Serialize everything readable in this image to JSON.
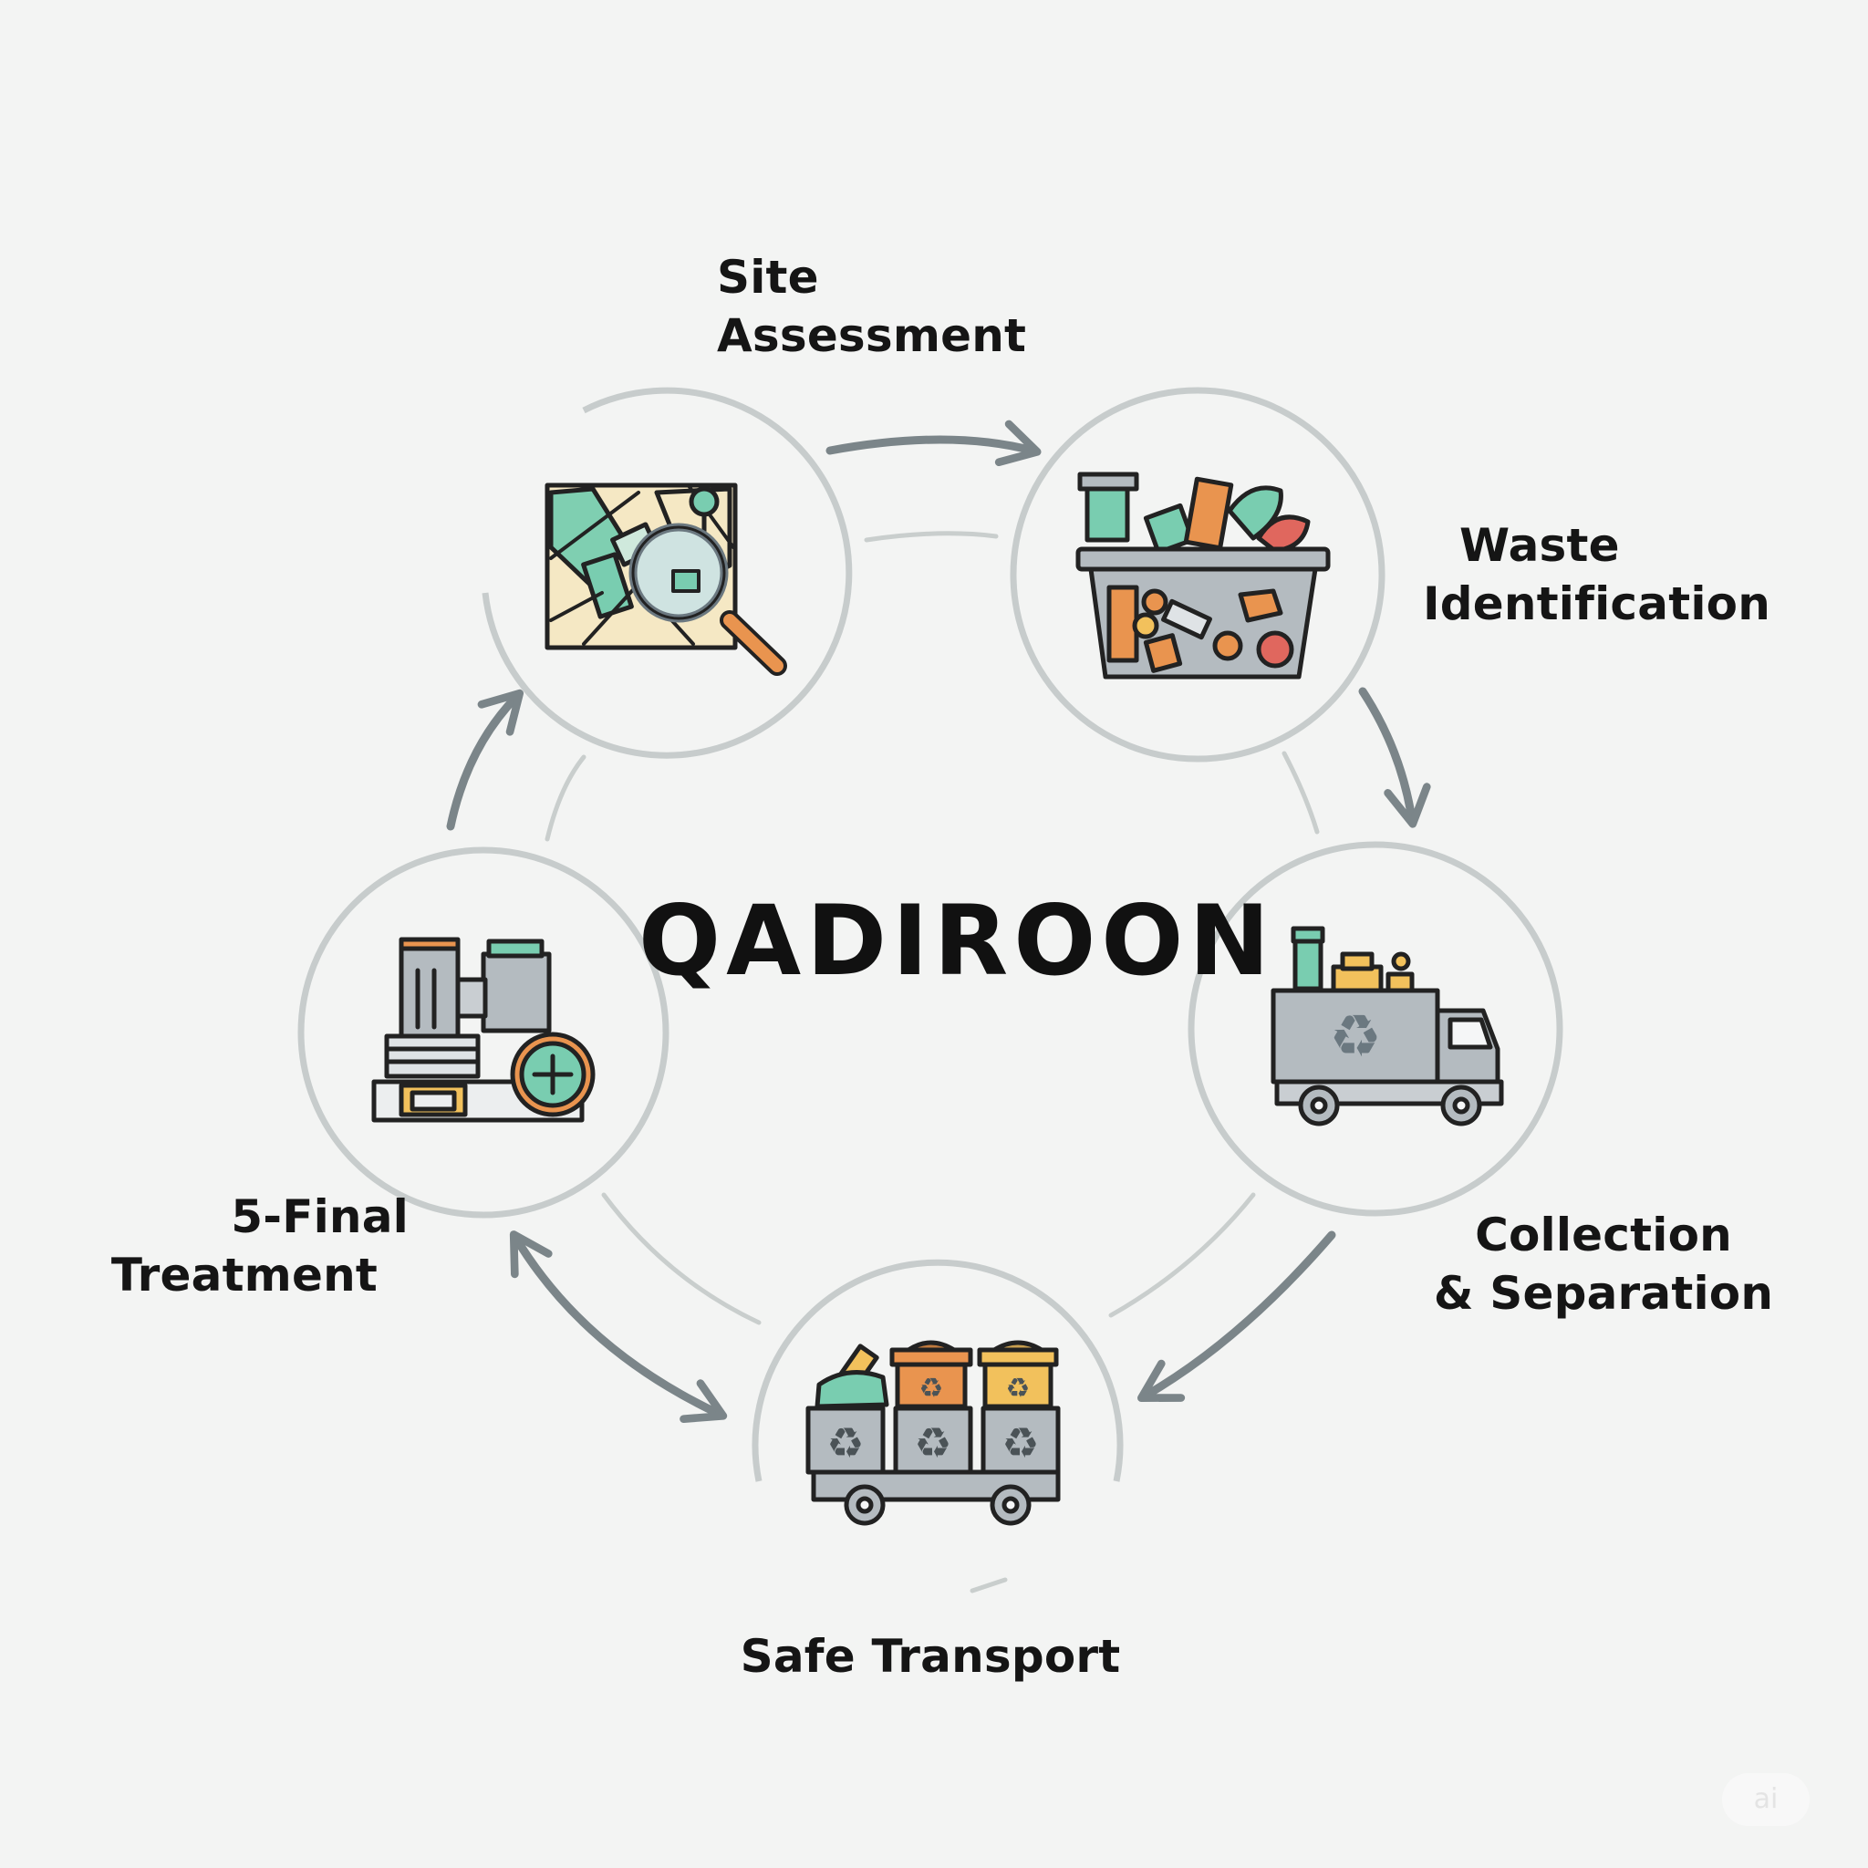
{
  "title": "QADIROON",
  "watermark": "ai",
  "steps": [
    {
      "id": "site-assessment",
      "lines": [
        "Site Assessment"
      ]
    },
    {
      "id": "waste-identification",
      "lines": [
        "Waste",
        "Identification"
      ]
    },
    {
      "id": "collection-separation",
      "lines": [
        "Collection",
        "& Separation"
      ]
    },
    {
      "id": "safe-transport",
      "lines": [
        "Safe Transport"
      ]
    },
    {
      "id": "final-treatment",
      "lines": [
        "5-Final",
        "Treatment"
      ]
    }
  ],
  "icons": [
    "map-magnifier-icon",
    "waste-bin-icon",
    "garbage-truck-icon",
    "recycling-bins-cart-icon",
    "treatment-plant-icon"
  ],
  "colors": {
    "background": "#f3f4f3",
    "ring": "#c7cccc",
    "arrow": "#7b8589",
    "teal": "#79cdb0",
    "orange": "#e9944f",
    "yellow": "#f2c15c",
    "gray": "#b4bbc0",
    "red": "#e0675e"
  }
}
